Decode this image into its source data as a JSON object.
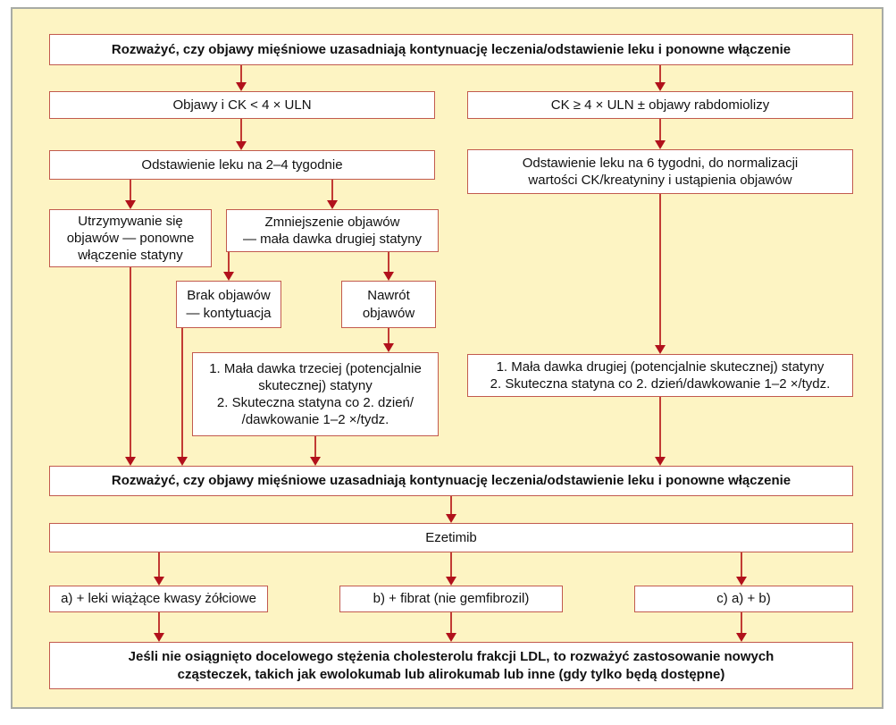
{
  "colors": {
    "panel_background": "#fdf4c3",
    "panel_frame": "#a8aba5",
    "box_fill": "#ffffff",
    "box_border": "#c25a4e",
    "arrow_line": "#c23b34",
    "arrow_head": "#b1111b",
    "text": "#111111"
  },
  "flowchart": {
    "top": "Rozważyć, czy objawy mięśniowe uzasadniają kontynuację leczenia/odstawienie leku i ponowne włączenie",
    "ck_low": "Objawy i CK < 4 × ULN",
    "ck_high": "CK ≥ 4 × ULN ± objawy rabdomiolizy",
    "withdraw_short": "Odstawienie leku na 2–4 tygodnie",
    "withdraw_long": [
      "Odstawienie leku na 6 tygodni, do normalizacji",
      "wartości CK/kreatyniny i ustąpienia objawów"
    ],
    "persist": [
      "Utrzymywanie się",
      "objawów — ponowne",
      "włączenie statyny"
    ],
    "decrease": [
      "Zmniejszenie objawów",
      "— mała dawka drugiej statyny"
    ],
    "no_symptoms": [
      "Brak objawów",
      "— kontytuacja"
    ],
    "relapse": [
      "Nawrót",
      "objawów"
    ],
    "third_statin": [
      "1. Mała dawka trzeciej (potencjalnie",
      "skutecznej) statyny",
      "2. Skuteczna statyna co 2. dzień/",
      "/dawkowanie 1–2 ×/tydz."
    ],
    "second_statin": [
      "1. Mała dawka drugiej (potencjalnie skutecznej) statyny",
      "2. Skuteczna statyna co 2. dzień/dawkowanie 1–2 ×/tydz."
    ],
    "reconsider": "Rozważyć, czy objawy mięśniowe uzasadniają kontynuację leczenia/odstawienie leku i ponowne włączenie",
    "ezetimib": "Ezetimib",
    "option_a": "a) + leki wiążące kwasy żółciowe",
    "option_b": "b) + fibrat (nie gemfibrozil)",
    "option_c": "c)  a) + b)",
    "final": [
      "Jeśli nie osiągnięto docelowego stężenia cholesterolu frakcji LDL, to rozważyć zastosowanie nowych",
      "cząsteczek, takich jak ewolokumab lub alirokumab lub inne (gdy tylko będą dostępne)"
    ]
  }
}
